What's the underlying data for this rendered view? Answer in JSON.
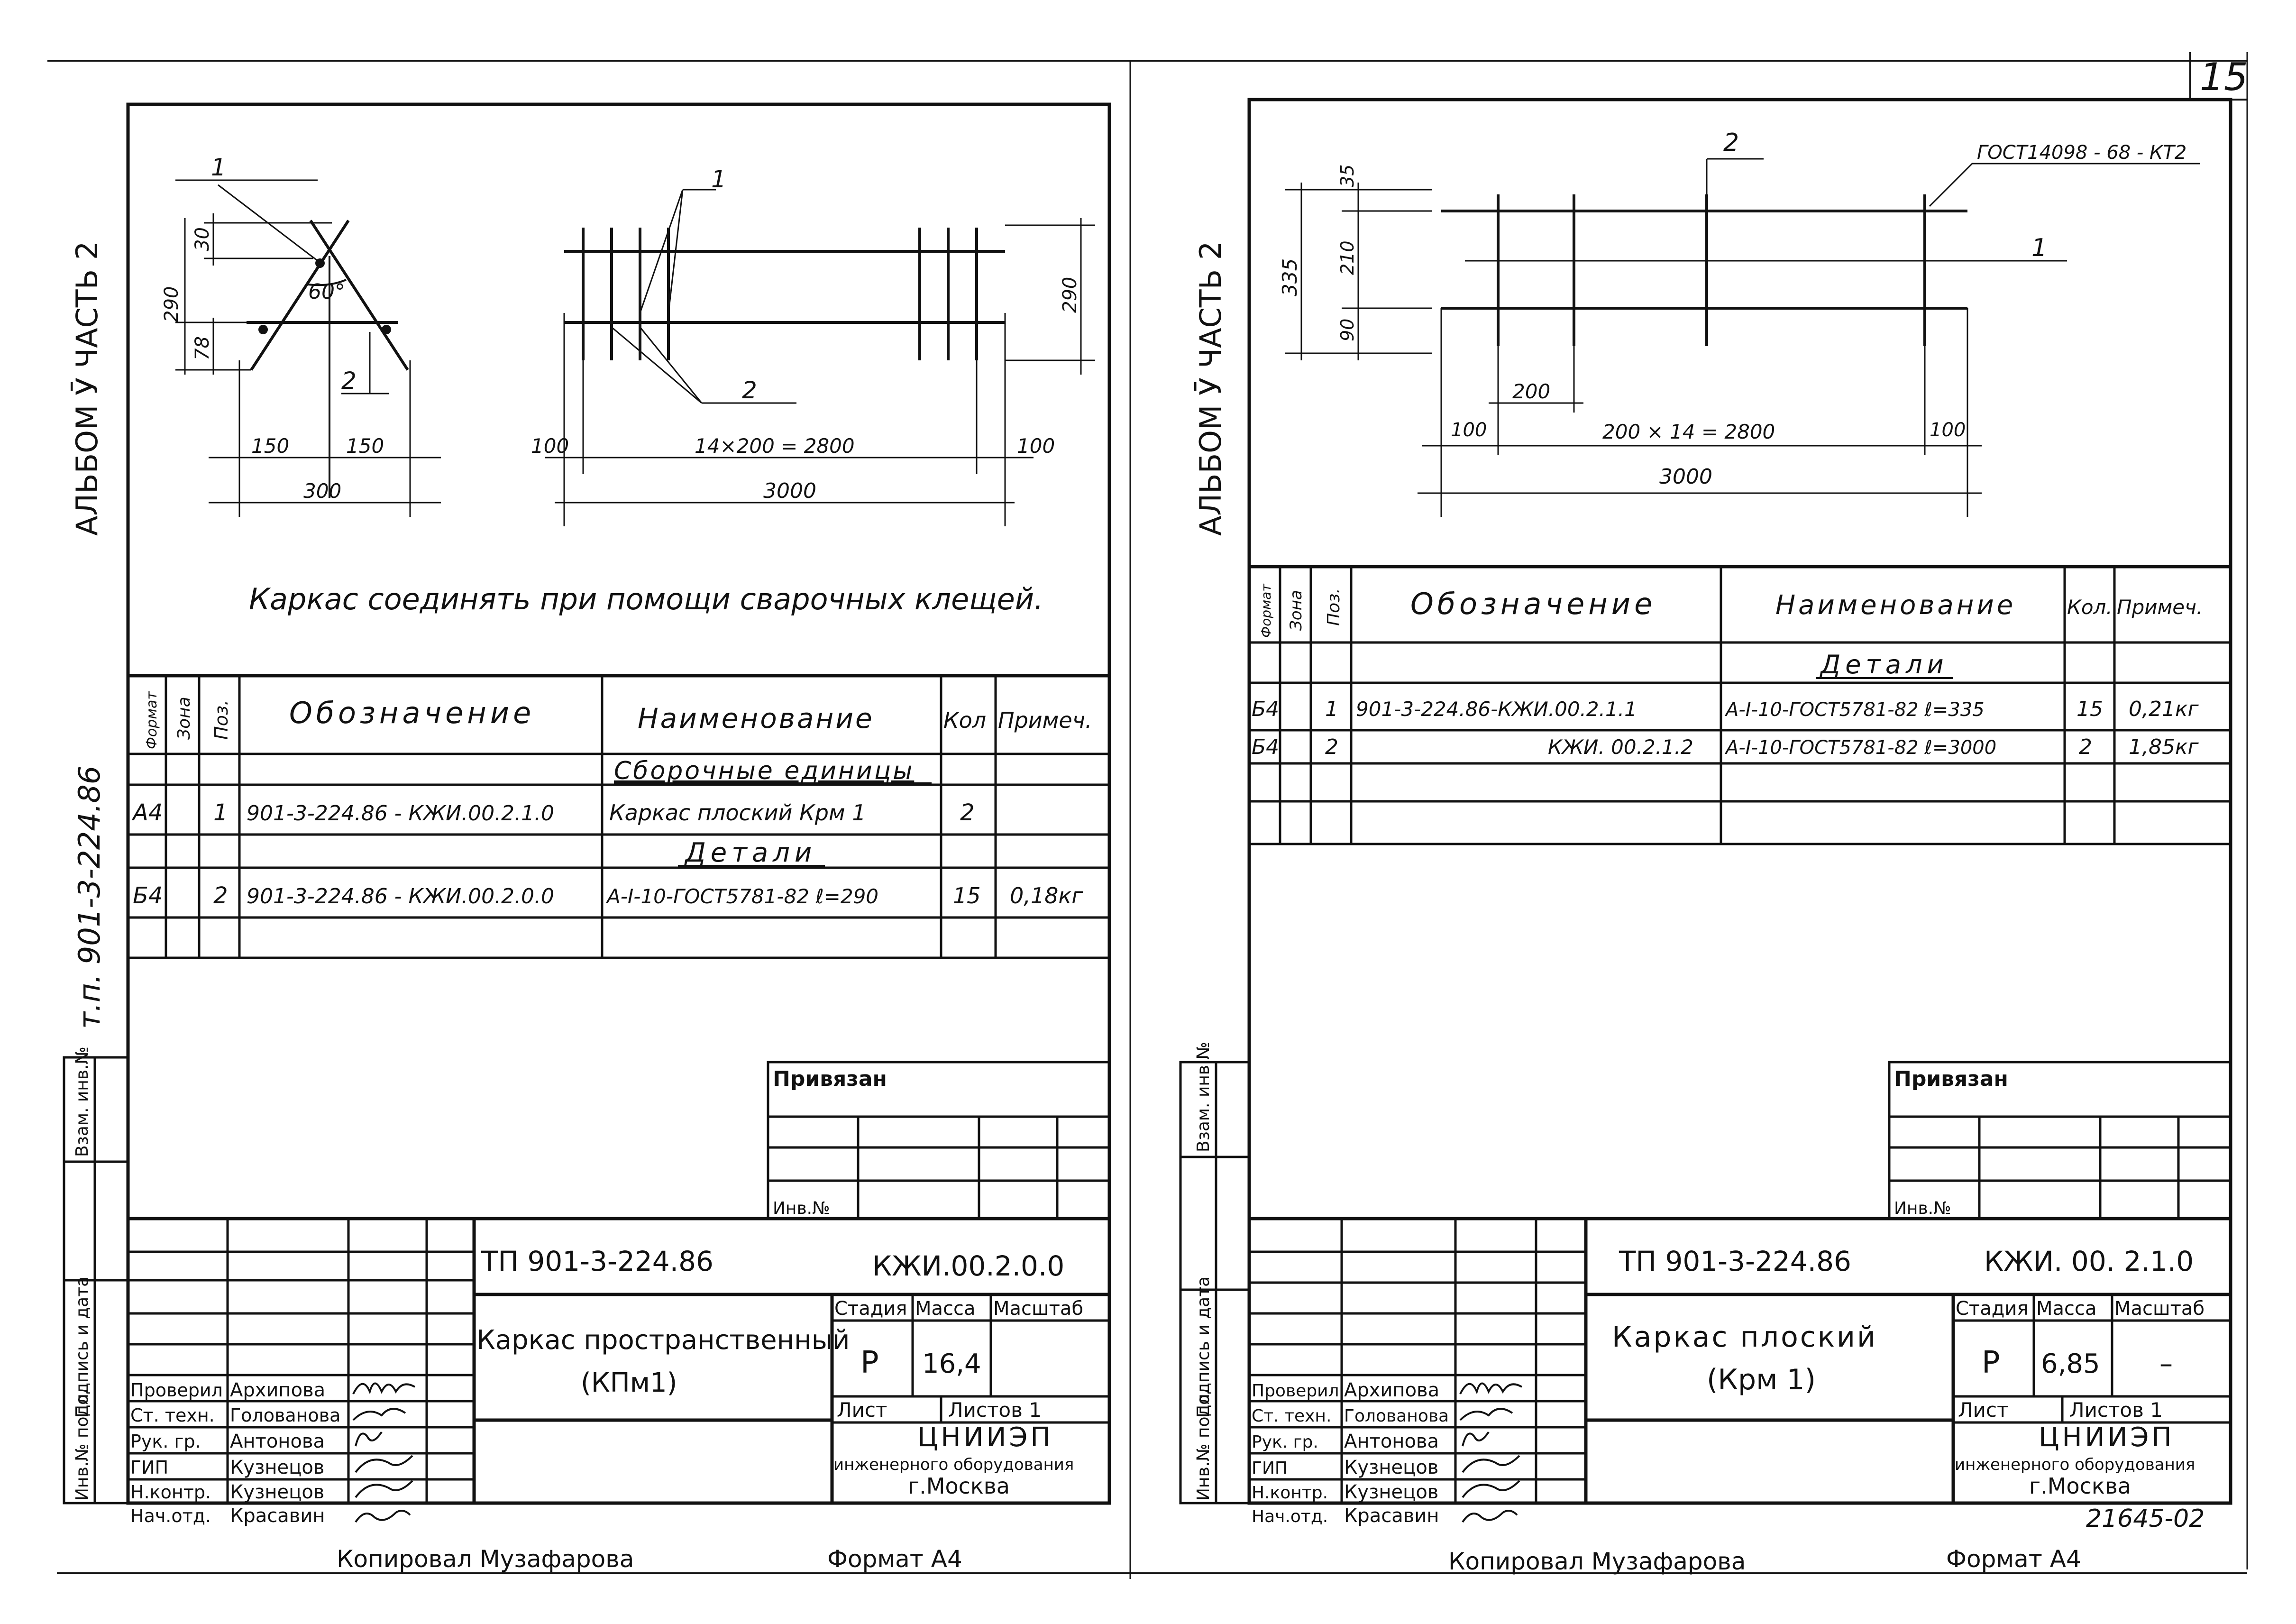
{
  "page_number": "15",
  "doc_code_bottom": "21645-02",
  "sheets": [
    {
      "album_label": "АЛЬБОМ Ӯ ЧАСТЬ 2",
      "project_label": "т.п. 901-3-224.86",
      "drawing": {
        "labels": {
          "pos1_left": "1",
          "pos2_left": "2",
          "pos1_right": "1",
          "pos2_right": "2",
          "angle": "60°",
          "dim_30": "30",
          "dim_290_left": "290",
          "dim_78": "78",
          "dim_150a": "150",
          "dim_150b": "150",
          "dim_300": "300",
          "dim_100a": "100",
          "dim_span": "14×200 = 2800",
          "dim_100b": "100",
          "dim_3000": "3000",
          "dim_290_right": "290"
        },
        "note": "Каркас соединять при помощи сварочных клещей."
      },
      "spec": {
        "headers": {
          "format": "Формат",
          "zone": "Зона",
          "pos": "Поз.",
          "designation": "Обозначение",
          "name": "Наименование",
          "qty": "Кол",
          "note": "Примеч."
        },
        "sections": [
          {
            "title": "Сборочные единицы",
            "rows": [
              {
                "format": "А4",
                "zone": "",
                "pos": "1",
                "designation": "901-3-224.86 - КЖИ.00.2.1.0",
                "name": "Каркас плоский  Крм 1",
                "qty": "2",
                "note": ""
              }
            ]
          },
          {
            "title": "Детали",
            "rows": [
              {
                "format": "Б4",
                "zone": "",
                "pos": "2",
                "designation": "901-3-224.86 - КЖИ.00.2.0.0",
                "name": "A-I-10-ГОСТ5781-82  ℓ=290",
                "qty": "15",
                "note": "0,18кг"
              }
            ]
          }
        ]
      },
      "side_labels": {
        "inv_zam": "Взам. инв.№",
        "podpis_data": "Подпись и дата",
        "inv_podl": "Инв.№ подл."
      },
      "stamp": {
        "privyazan": "Привязан",
        "inv_no": "Инв.№",
        "tp": "ТП  901-3-224.86",
        "code": "КЖИ.00.2.0.0",
        "title_line1": "Каркас пространственный",
        "title_line2": "(КПм1)",
        "stage_label": "Стадия",
        "mass_label": "Масса",
        "scale_label": "Масштаб",
        "stage": "Р",
        "mass": "16,4",
        "scale": "",
        "sheet_label": "Лист",
        "sheets_label": "Листов 1",
        "org1": "ЦНИИЭП",
        "org2": "инженерного оборудования",
        "org3": "г.Москва",
        "people": [
          {
            "role": "Проверил",
            "name": "Архипова"
          },
          {
            "role": "Ст. техн.",
            "name": "Голованова"
          },
          {
            "role": "Рук. гр.",
            "name": "Антонова"
          },
          {
            "role": "ГИП",
            "name": "Кузнецов"
          },
          {
            "role": "Н.контр.",
            "name": "Кузнецов"
          },
          {
            "role": "Нач.отд.",
            "name": "Красавин"
          }
        ]
      },
      "footer_copied": "Копировал Музафарова",
      "footer_format": "Формат А4"
    },
    {
      "album_label": "АЛЬБОМ Ӯ ЧАСТЬ 2",
      "drawing": {
        "labels": {
          "pos2": "2",
          "pos1": "1",
          "gost_weld": "ГОСТ14098 - 68 - КТ2",
          "dim_335": "335",
          "dim_35": "35",
          "dim_210": "210",
          "dim_90": "90",
          "dim_200": "200",
          "dim_100a": "100",
          "dim_span": "200 × 14 = 2800",
          "dim_100b": "100",
          "dim_3000": "3000"
        }
      },
      "spec": {
        "headers": {
          "format": "Формат",
          "zone": "Зона",
          "pos": "Поз.",
          "designation": "Обозначение",
          "name": "Наименование",
          "qty": "Кол.",
          "note": "Примеч."
        },
        "sections": [
          {
            "title": "Детали",
            "rows": [
              {
                "format": "Б4",
                "zone": "",
                "pos": "1",
                "designation": "901-3-224.86-КЖИ.00.2.1.1",
                "name": "A-I-10-ГОСТ5781-82  ℓ=335",
                "qty": "15",
                "note": "0,21кг"
              },
              {
                "format": "Б4",
                "zone": "",
                "pos": "2",
                "designation": "КЖИ. 00.2.1.2",
                "name": "A-I-10-ГОСТ5781-82  ℓ=3000",
                "qty": "2",
                "note": "1,85кг"
              }
            ]
          }
        ]
      },
      "side_labels": {
        "inv_zam": "Взам. инв.№",
        "podpis_data": "Подпись и дата",
        "inv_podl": "Инв.№ подл."
      },
      "stamp": {
        "privyazan": "Привязан",
        "inv_no": "Инв.№",
        "tp": "ТП  901-3-224.86",
        "code": "КЖИ. 00. 2.1.0",
        "title_line1": "Каркас  плоский",
        "title_line2": "(Крм 1)",
        "stage_label": "Стадия",
        "mass_label": "Масса",
        "scale_label": "Масштаб",
        "stage": "Р",
        "mass": "6,85",
        "scale": "–",
        "sheet_label": "Лист",
        "sheets_label": "Листов 1",
        "org1": "ЦНИИЭП",
        "org2": "инженерного оборудования",
        "org3": "г.Москва",
        "people": [
          {
            "role": "Проверил",
            "name": "Архипова"
          },
          {
            "role": "Ст. техн.",
            "name": "Голованова"
          },
          {
            "role": "Рук. гр.",
            "name": "Антонова"
          },
          {
            "role": "ГИП",
            "name": "Кузнецов"
          },
          {
            "role": "Н.контр.",
            "name": "Кузнецов"
          },
          {
            "role": "Нач.отд.",
            "name": "Красавин"
          }
        ]
      },
      "footer_copied": "Копировал Музафарова",
      "footer_format": "Формат А4"
    }
  ]
}
